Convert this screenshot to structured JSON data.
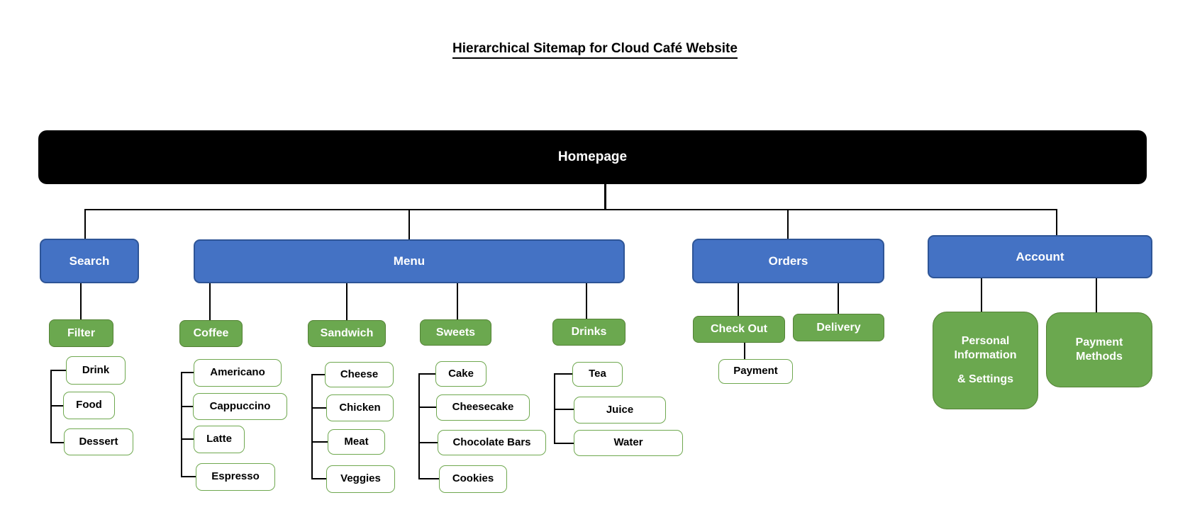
{
  "title": "Hierarchical Sitemap for Cloud Café Website",
  "colors": {
    "root_fill": "#000000",
    "branch_fill": "#4472C4",
    "branch_border": "#2E5597",
    "group_fill": "#6BA84F",
    "group_border": "#538135",
    "leaf_border": "#6FA84F",
    "connector": "#000000",
    "root_text": "#ffffff",
    "leaf_text": "#000000"
  },
  "sitemap": {
    "root": {
      "label": "Homepage"
    },
    "branches": [
      {
        "label": "Search",
        "groups": [
          {
            "label": "Filter",
            "items": [
              {
                "label": "Drink"
              },
              {
                "label": "Food"
              },
              {
                "label": "Dessert"
              }
            ]
          }
        ]
      },
      {
        "label": "Menu",
        "groups": [
          {
            "label": "Coffee",
            "items": [
              {
                "label": "Americano"
              },
              {
                "label": "Cappuccino"
              },
              {
                "label": "Latte"
              },
              {
                "label": "Espresso"
              }
            ]
          },
          {
            "label": "Sandwich",
            "items": [
              {
                "label": "Cheese"
              },
              {
                "label": "Chicken"
              },
              {
                "label": "Meat"
              },
              {
                "label": "Veggies"
              }
            ]
          },
          {
            "label": "Sweets",
            "items": [
              {
                "label": "Cake"
              },
              {
                "label": "Cheesecake"
              },
              {
                "label": "Chocolate Bars"
              },
              {
                "label": "Cookies"
              }
            ]
          },
          {
            "label": "Drinks",
            "items": [
              {
                "label": "Tea"
              },
              {
                "label": "Juice"
              },
              {
                "label": "Water"
              }
            ]
          }
        ]
      },
      {
        "label": "Orders",
        "groups": [
          {
            "label": "Check Out",
            "items": [
              {
                "label": "Payment"
              }
            ]
          },
          {
            "label": "Delivery",
            "items": []
          }
        ]
      },
      {
        "label": "Account",
        "groups": [
          {
            "label": "Personal Information",
            "sublabel": "& Settings",
            "items": []
          },
          {
            "label": "Payment Methods",
            "items": []
          }
        ]
      }
    ]
  }
}
